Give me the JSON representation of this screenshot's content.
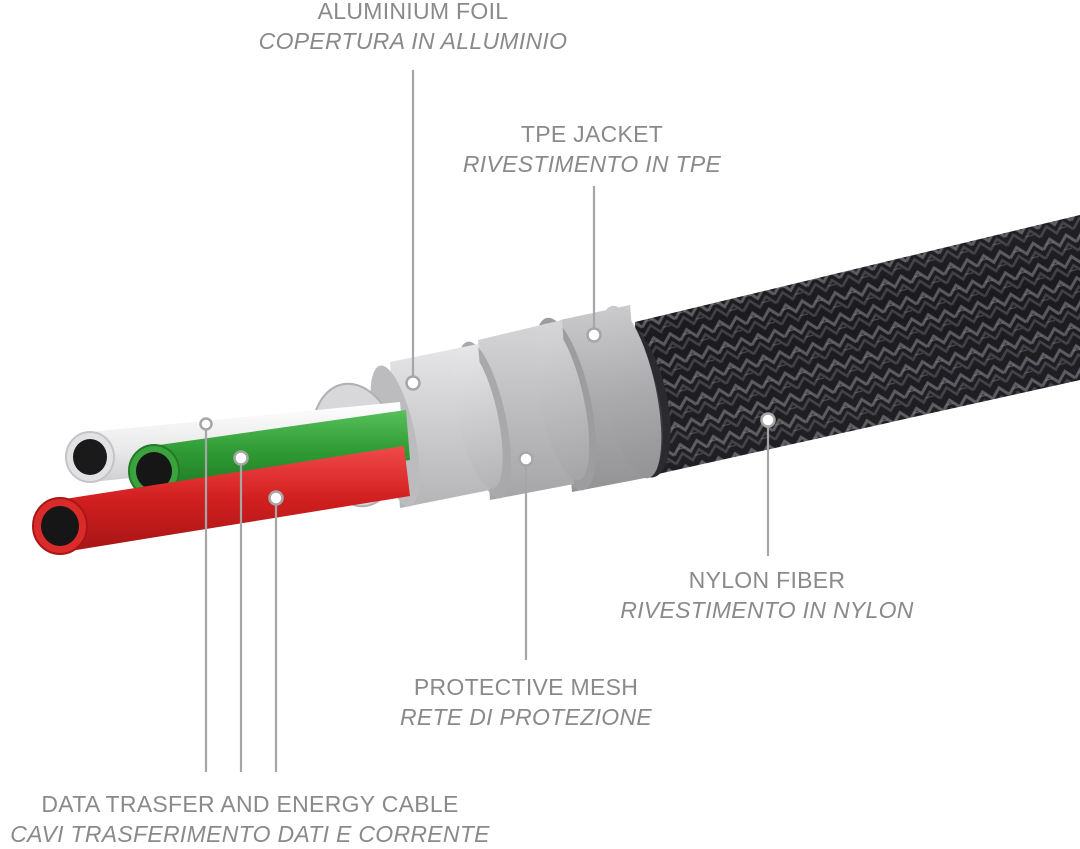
{
  "labels": {
    "aluminium_foil": {
      "en": "ALUMINIUM FOIL",
      "it": "COPERTURA IN ALLUMINIO"
    },
    "tpe_jacket": {
      "en": "TPE JACKET",
      "it": "RIVESTIMENTO IN TPE"
    },
    "nylon_fiber": {
      "en": "NYLON FIBER",
      "it": "RIVESTIMENTO IN NYLON"
    },
    "protective_mesh": {
      "en": "PROTECTIVE MESH",
      "it": "RETE DI PROTEZIONE"
    },
    "data_cable": {
      "en": "DATA TRASFER AND ENERGY CABLE",
      "it": "CAVI TRASFERIMENTO DATI E CORRENTE"
    }
  },
  "colors": {
    "label_text": "#8a8a8a",
    "leader_line": "#a6a6a6",
    "wire_white": "#e8e8e8",
    "wire_green": "#2e9a33",
    "wire_red": "#d21f1f",
    "foil": "#cfcfd1",
    "mesh": "#b9b9bb",
    "tpe": "#a9a9ab",
    "nylon": "#1d1d20"
  }
}
